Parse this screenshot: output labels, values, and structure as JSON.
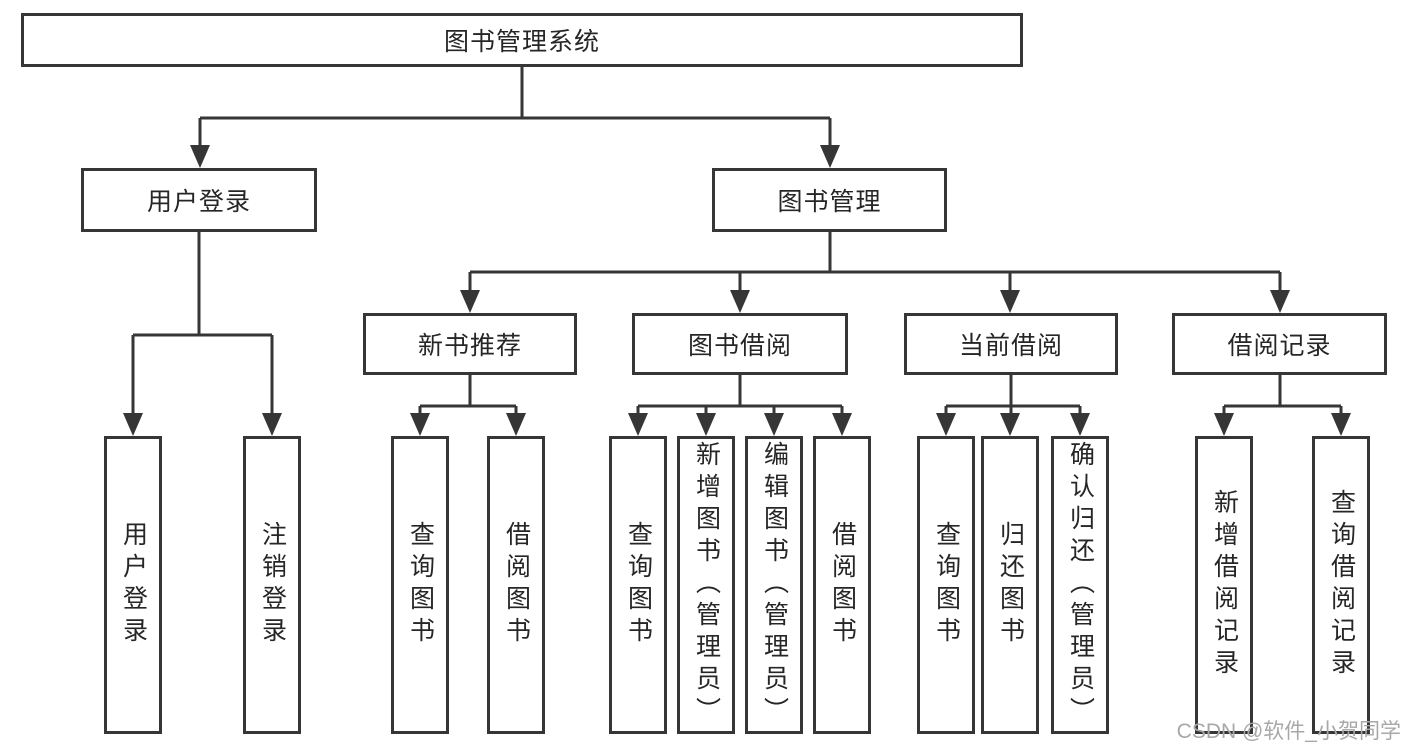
{
  "tree": {
    "root": "图书管理系统",
    "user_login": {
      "label": "用户登录",
      "children": [
        "用户登录",
        "注销登录"
      ]
    },
    "book_management": {
      "label": "图书管理",
      "sections": [
        {
          "label": "新书推荐",
          "children": [
            "查询图书",
            "借阅图书"
          ]
        },
        {
          "label": "图书借阅",
          "children": [
            "查询图书",
            "新增图书（管理员）",
            "编辑图书（管理员）",
            "借阅图书"
          ]
        },
        {
          "label": "当前借阅",
          "children": [
            "查询图书",
            "归还图书",
            "确认归还（管理员）"
          ]
        },
        {
          "label": "借阅记录",
          "children": [
            "新增借阅记录",
            "查询借阅记录"
          ]
        }
      ]
    }
  },
  "watermark": "CSDN @软件_小贺同学",
  "colors": {
    "line": "#363636",
    "text": "#262626",
    "box_fill": "#ffffff",
    "page_background": "#ffffff",
    "watermark": "#a8a8a8"
  }
}
